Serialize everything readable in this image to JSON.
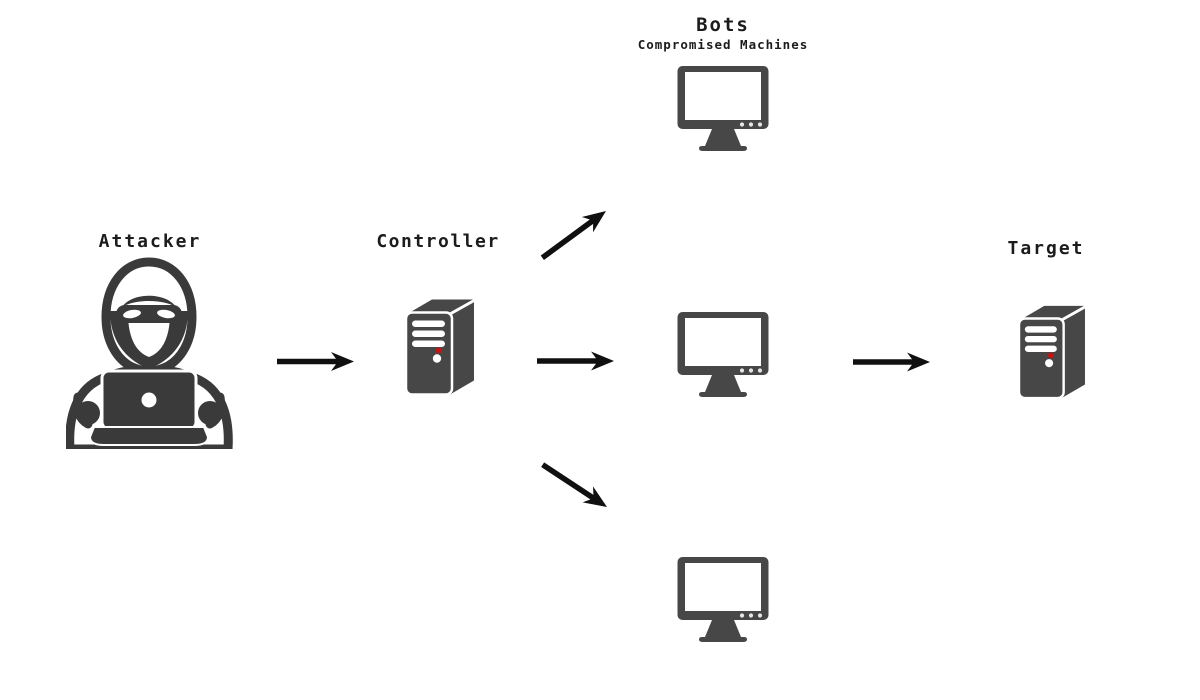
{
  "nodes": {
    "attacker": {
      "label": "Attacker"
    },
    "controller": {
      "label": "Controller"
    },
    "bots": {
      "label": "Bots",
      "sublabel": "Compromised Machines"
    },
    "target": {
      "label": "Target"
    }
  },
  "colors": {
    "icon_gray": "#474747",
    "attacker_gray": "#3a3a3a",
    "status_red": "#cc1111",
    "led_white": "#ffffff",
    "dot_light": "#e6e6e6",
    "arrow_black": "#101010",
    "text_black": "#1c1c1c",
    "background": "#ffffff"
  }
}
